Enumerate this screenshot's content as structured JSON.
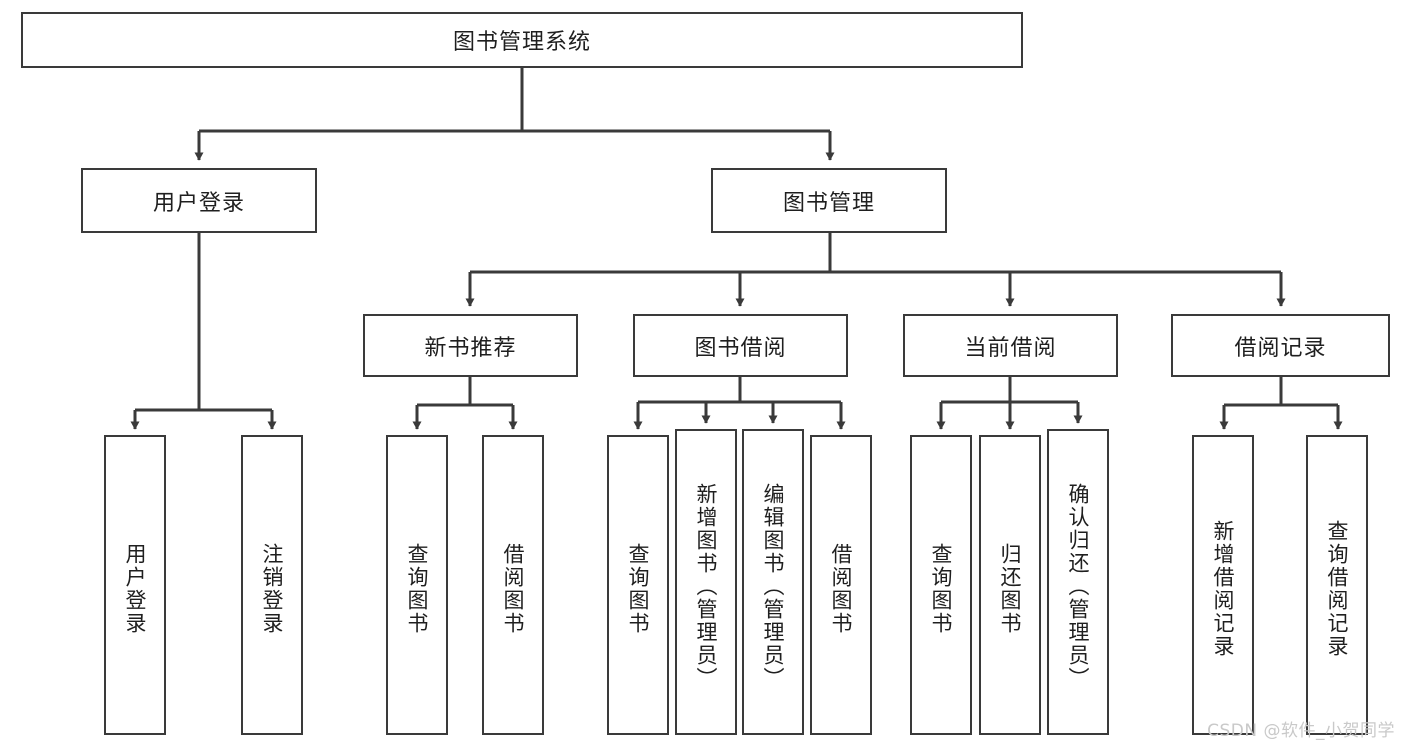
{
  "diagram": {
    "title": "图书管理系统",
    "type": "tree-hierarchy-chart",
    "root": {
      "label": "图书管理系统"
    },
    "level2": [
      {
        "label": "用户登录"
      },
      {
        "label": "图书管理"
      }
    ],
    "level3": [
      {
        "label": "新书推荐"
      },
      {
        "label": "图书借阅"
      },
      {
        "label": "当前借阅"
      },
      {
        "label": "借阅记录"
      }
    ],
    "leaves": {
      "user_login": [
        {
          "label": "用户登录"
        },
        {
          "label": "注销登录"
        }
      ],
      "new_book_recommend": [
        {
          "label": "查询图书"
        },
        {
          "label": "借阅图书"
        }
      ],
      "book_borrow": [
        {
          "label": "查询图书"
        },
        {
          "label": "新增图书（管理员）"
        },
        {
          "label": "编辑图书（管理员）"
        },
        {
          "label": "借阅图书"
        }
      ],
      "current_borrow": [
        {
          "label": "查询图书"
        },
        {
          "label": "归还图书"
        },
        {
          "label": "确认归还（管理员）"
        }
      ],
      "borrow_record": [
        {
          "label": "新增借阅记录"
        },
        {
          "label": "查询借阅记录"
        }
      ]
    }
  },
  "watermark": {
    "text": "CSDN @软件_小贺同学"
  },
  "colors": {
    "box_border": "#3a3a3a",
    "box_fill": "#ffffff",
    "line": "#3a3a3a",
    "text": "#1f1f1f",
    "watermark": "#c9c9c9"
  }
}
